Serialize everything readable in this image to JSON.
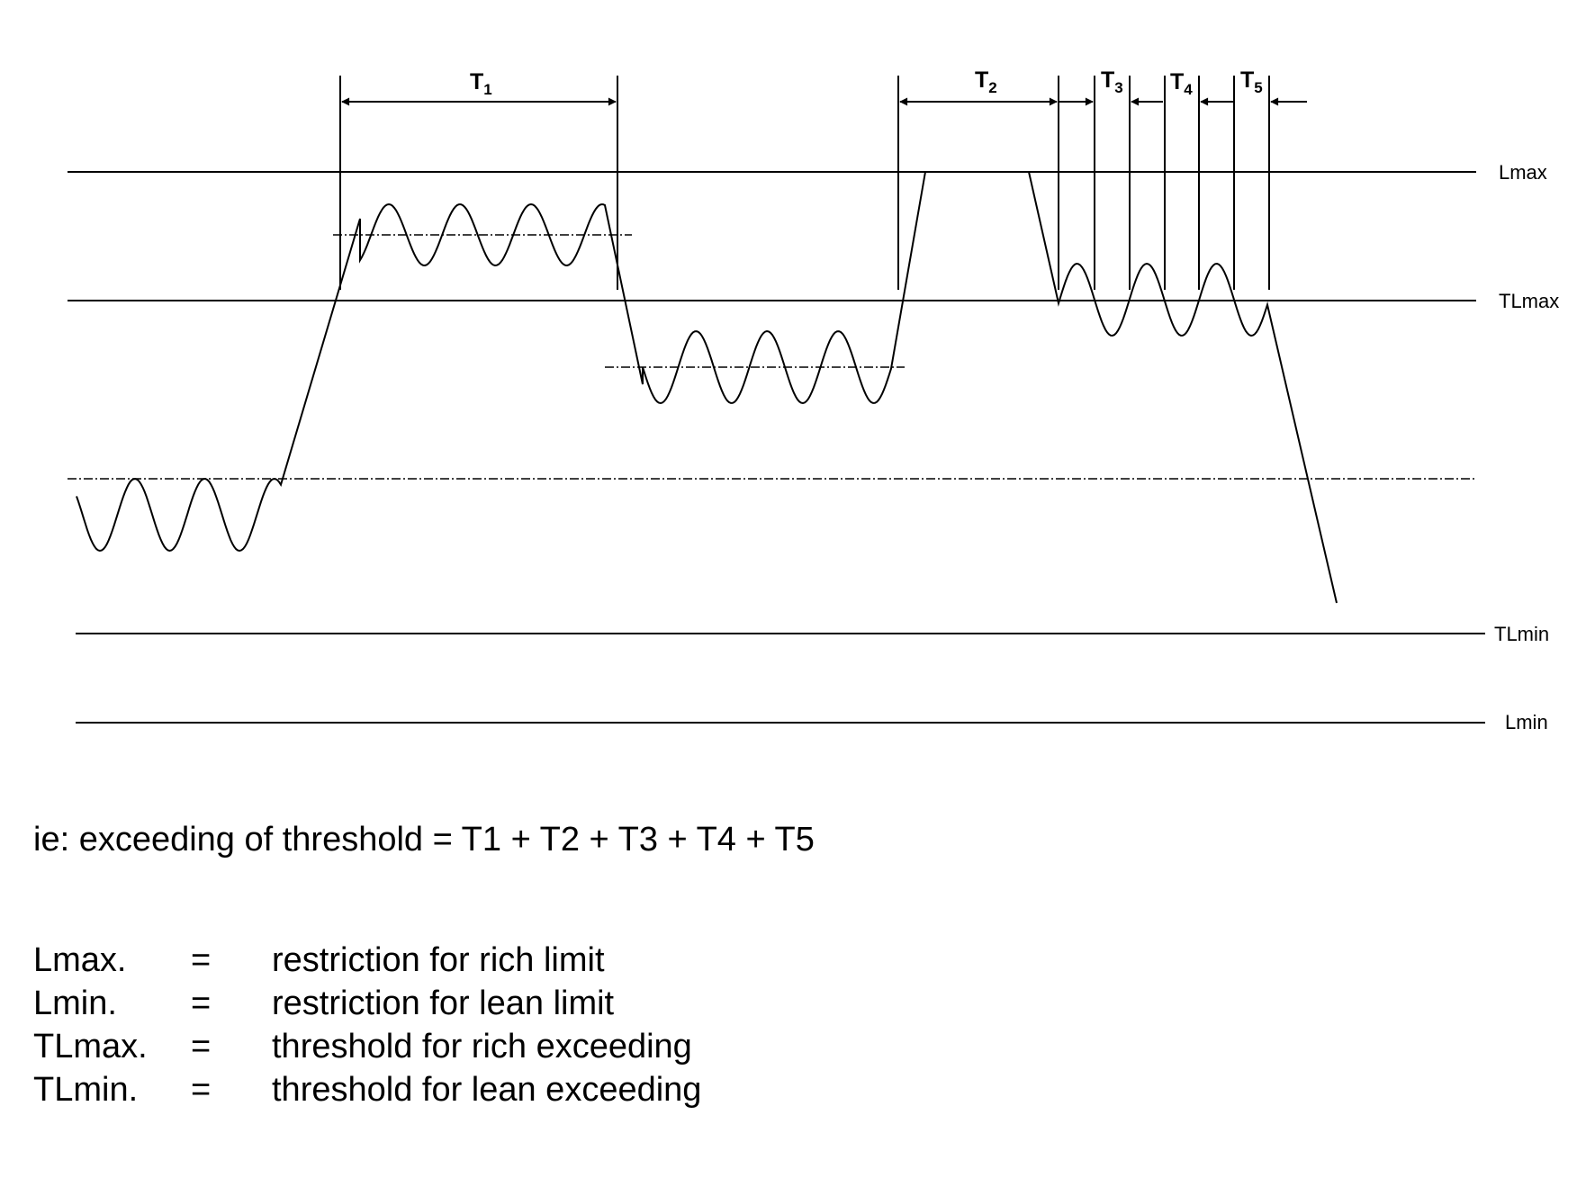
{
  "limit_lines": {
    "lmax": "Lmax",
    "tlmax": "TLmax",
    "tlmin": "TLmin",
    "lmin": "Lmin"
  },
  "intervals": [
    {
      "main": "T",
      "sub": "1"
    },
    {
      "main": "T",
      "sub": "2"
    },
    {
      "main": "T",
      "sub": "3"
    },
    {
      "main": "T",
      "sub": "4"
    },
    {
      "main": "T",
      "sub": "5"
    }
  ],
  "formula": "ie: exceeding of threshold = T1 + T2 + T3 + T4 + T5",
  "legend": [
    {
      "term": "Lmax.",
      "eq": "=",
      "desc": "restriction for rich limit"
    },
    {
      "term": "Lmin.",
      "eq": "=",
      "desc": "restriction for lean limit"
    },
    {
      "term": "TLmax.",
      "eq": "=",
      "desc": "threshold for rich exceeding"
    },
    {
      "term": "TLmin.",
      "eq": "=",
      "desc": "threshold for lean exceeding"
    }
  ]
}
